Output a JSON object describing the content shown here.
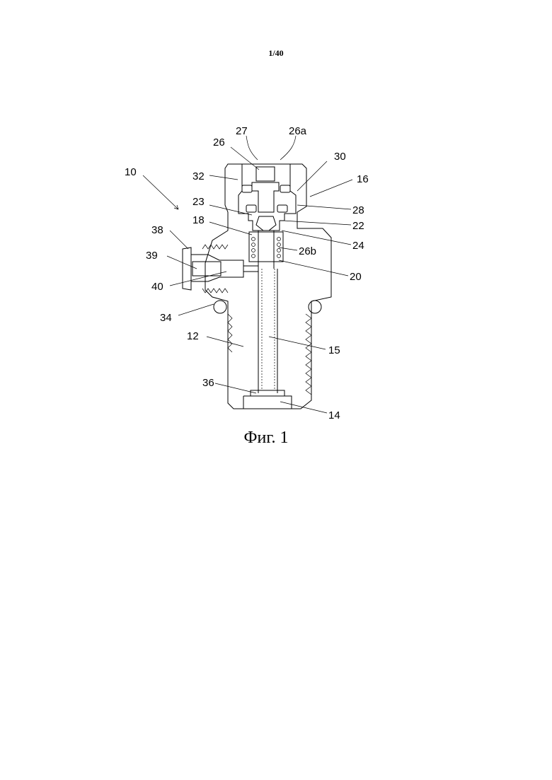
{
  "page": {
    "number": "1/40"
  },
  "figure": {
    "caption": "Фиг. 1",
    "labels": {
      "l10": "10",
      "l27": "27",
      "l26a": "26a",
      "l26": "26",
      "l30": "30",
      "l32": "32",
      "l16": "16",
      "l23": "23",
      "l28": "28",
      "l22": "22",
      "l18": "18",
      "l24": "24",
      "l38": "38",
      "l26b": "26b",
      "l39": "39",
      "l20": "20",
      "l40": "40",
      "l34": "34",
      "l12": "12",
      "l15": "15",
      "l36": "36",
      "l14": "14"
    }
  }
}
